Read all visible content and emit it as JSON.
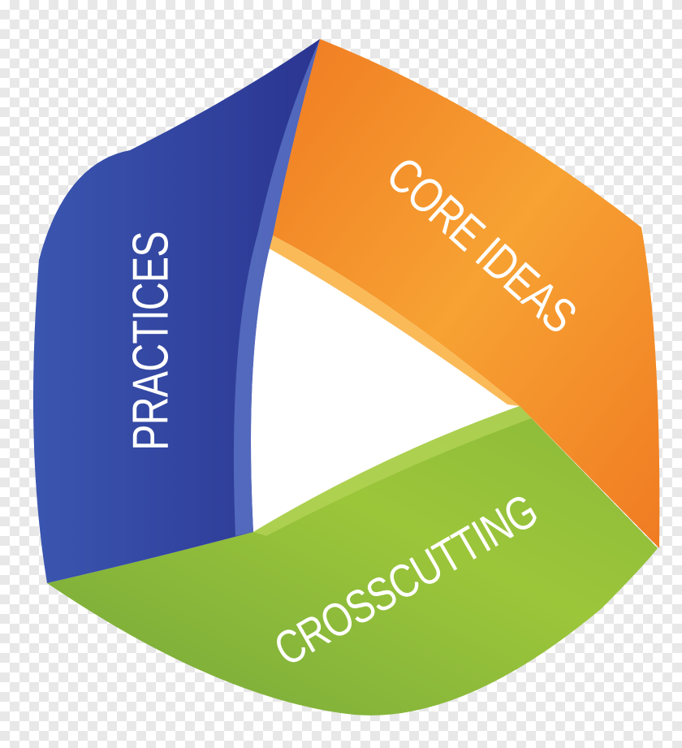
{
  "diagram": {
    "segments": [
      {
        "id": "practices",
        "label": "PRACTICES",
        "color_light": "#3b56b0",
        "color_dark": "#2a3591"
      },
      {
        "id": "core-ideas",
        "label": "CORE IDEAS",
        "color_light": "#f7a233",
        "color_dark": "#f07b22"
      },
      {
        "id": "crosscutting",
        "label": "CROSSCUTTING",
        "color_light": "#9cc63a",
        "color_dark": "#74a73a"
      }
    ],
    "center_fill": "#ffffff"
  }
}
